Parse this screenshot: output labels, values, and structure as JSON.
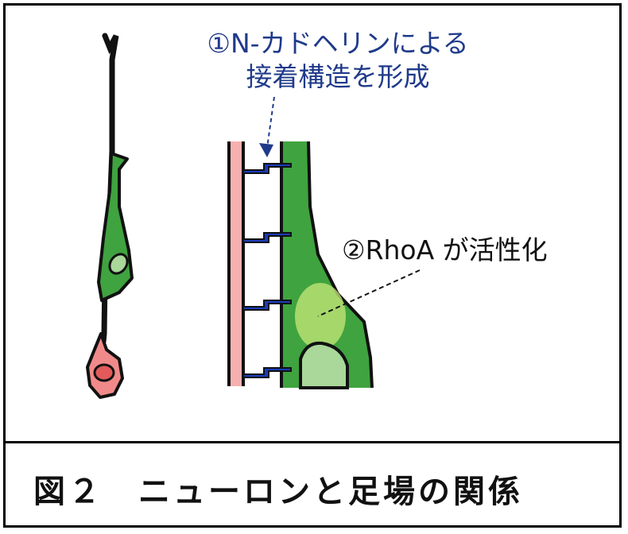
{
  "figure": {
    "caption": "図２　ニューロンと足場の関係"
  },
  "labels": {
    "adhesion_line1": "①N-カドヘリンによる",
    "adhesion_line2": "接着構造を形成",
    "rhoa": "②RhoA が活性化"
  },
  "colors": {
    "neuron_green": "#3fa33f",
    "neuron_light": "#a9d89a",
    "neuron_red": "#f08a8a",
    "scaffold_pink": "#f7b0b0",
    "junction_blue": "#1a3cb8",
    "label_blue": "#1f3a8a",
    "rhoa_yellow": "#c8e87a"
  }
}
